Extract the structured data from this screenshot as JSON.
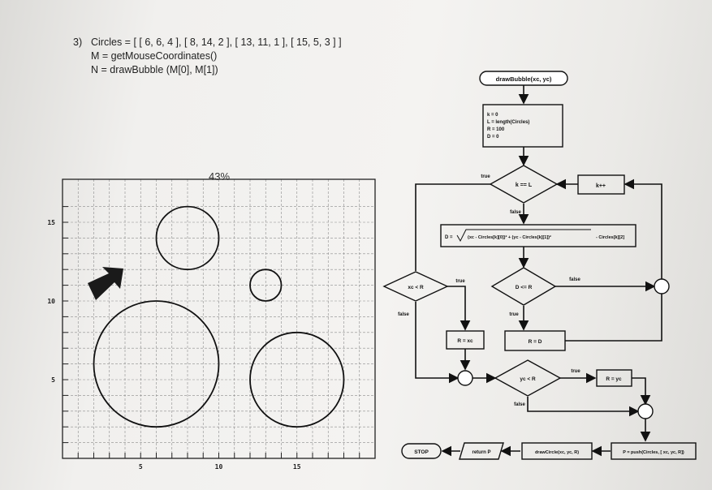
{
  "problem": {
    "number": "3)",
    "line1": "Circles = [ [ 6, 6, 4 ], [ 8, 14, 2 ], [ 13, 11, 1 ], [ 15, 5, 3 ] ]",
    "line2": "M = getMouseCoordinates()",
    "line3": "N = drawBubble (M[0], M[1])"
  },
  "plot": {
    "percent_label": "43%",
    "x_ticks": [
      "5",
      "10",
      "15"
    ],
    "y_ticks": [
      "15",
      "10",
      "5"
    ],
    "x_range": [
      0,
      20
    ],
    "y_range": [
      0,
      16
    ],
    "grid": true,
    "circles": [
      {
        "cx": 6,
        "cy": 6,
        "r": 4
      },
      {
        "cx": 8,
        "cy": 14,
        "r": 2
      },
      {
        "cx": 13,
        "cy": 11,
        "r": 1
      },
      {
        "cx": 15,
        "cy": 5,
        "r": 3
      }
    ],
    "cursor_icon": "mouse-pointer-icon"
  },
  "flowchart": {
    "start": "drawBubble(xc, yc)",
    "init": [
      "k = 0",
      "L = length(Circles)",
      "R = 100",
      "D = 0"
    ],
    "cond_k": "k == L",
    "label_true": "true",
    "label_false": "false",
    "increment": "k++",
    "distance_prefix": "D =",
    "distance_expr": "(xc - Circles[k][0])² + (yc - Circles[k][1])²",
    "distance_suffix": "- Circles[k][2]",
    "cond_xc": "xc < R",
    "cond_dr": "D <= R",
    "assign_rxc": "R = xc",
    "assign_rd": "R = D",
    "cond_yc": "yc < R",
    "assign_ryc": "R = yc",
    "push": "P = push(Circles, [ xc, yc, R])",
    "draw": "drawCircle(xc, yc, R)",
    "ret": "return P",
    "stop": "STOP"
  }
}
